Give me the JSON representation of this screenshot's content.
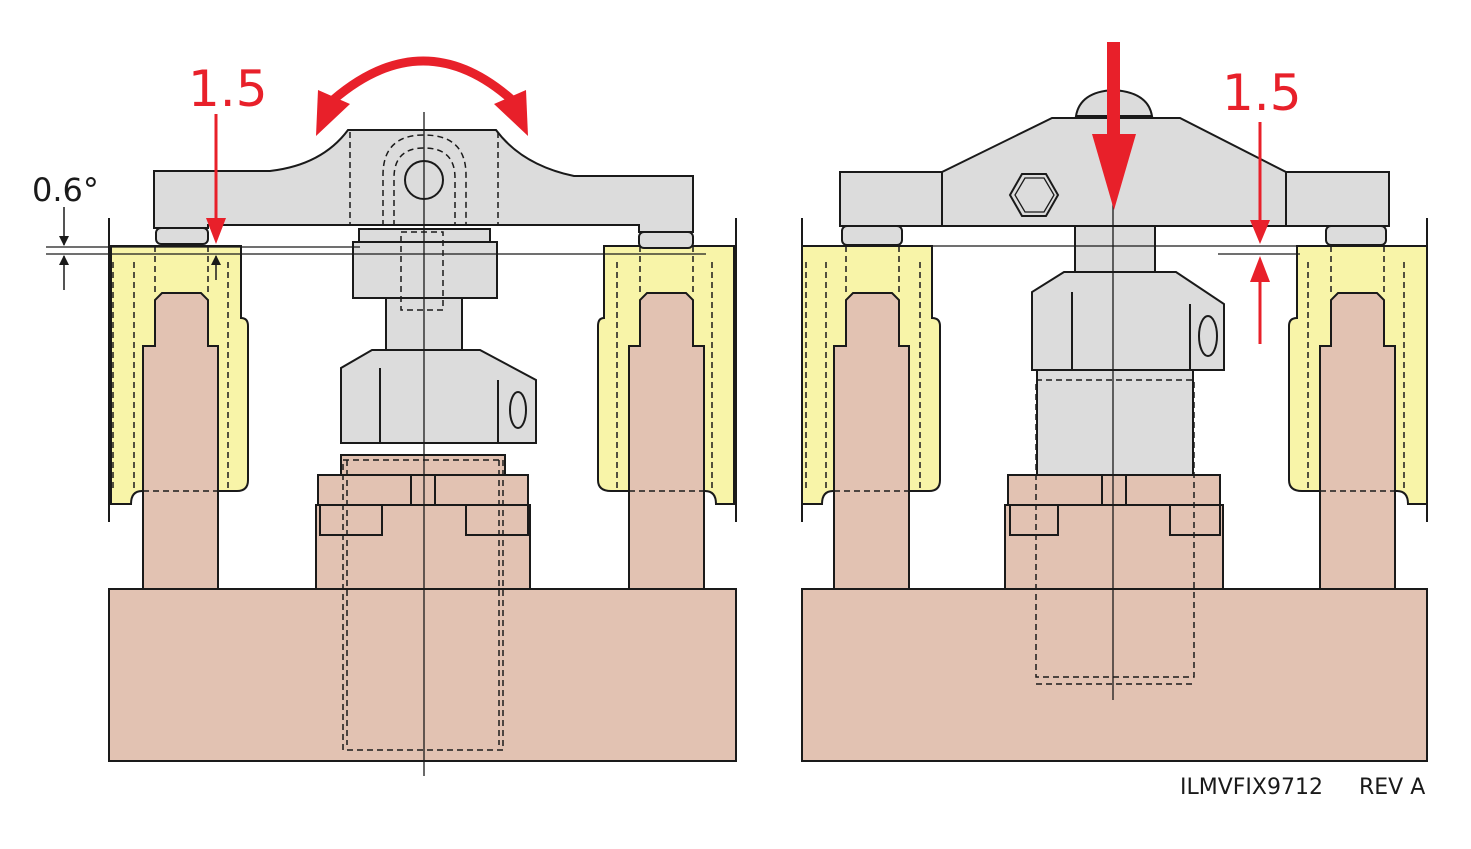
{
  "labels": {
    "left_offset": "1.5",
    "left_angle": "0.6°",
    "right_offset": "1.5",
    "drawing_number": "ILMVFIX9712",
    "revision": "REV A"
  },
  "colors": {
    "base": "#e2c2b2",
    "housing": "#f8f4a8",
    "steel": "#dcdcdc",
    "arrow": "#e8202a",
    "line": "#1a1a1a"
  }
}
